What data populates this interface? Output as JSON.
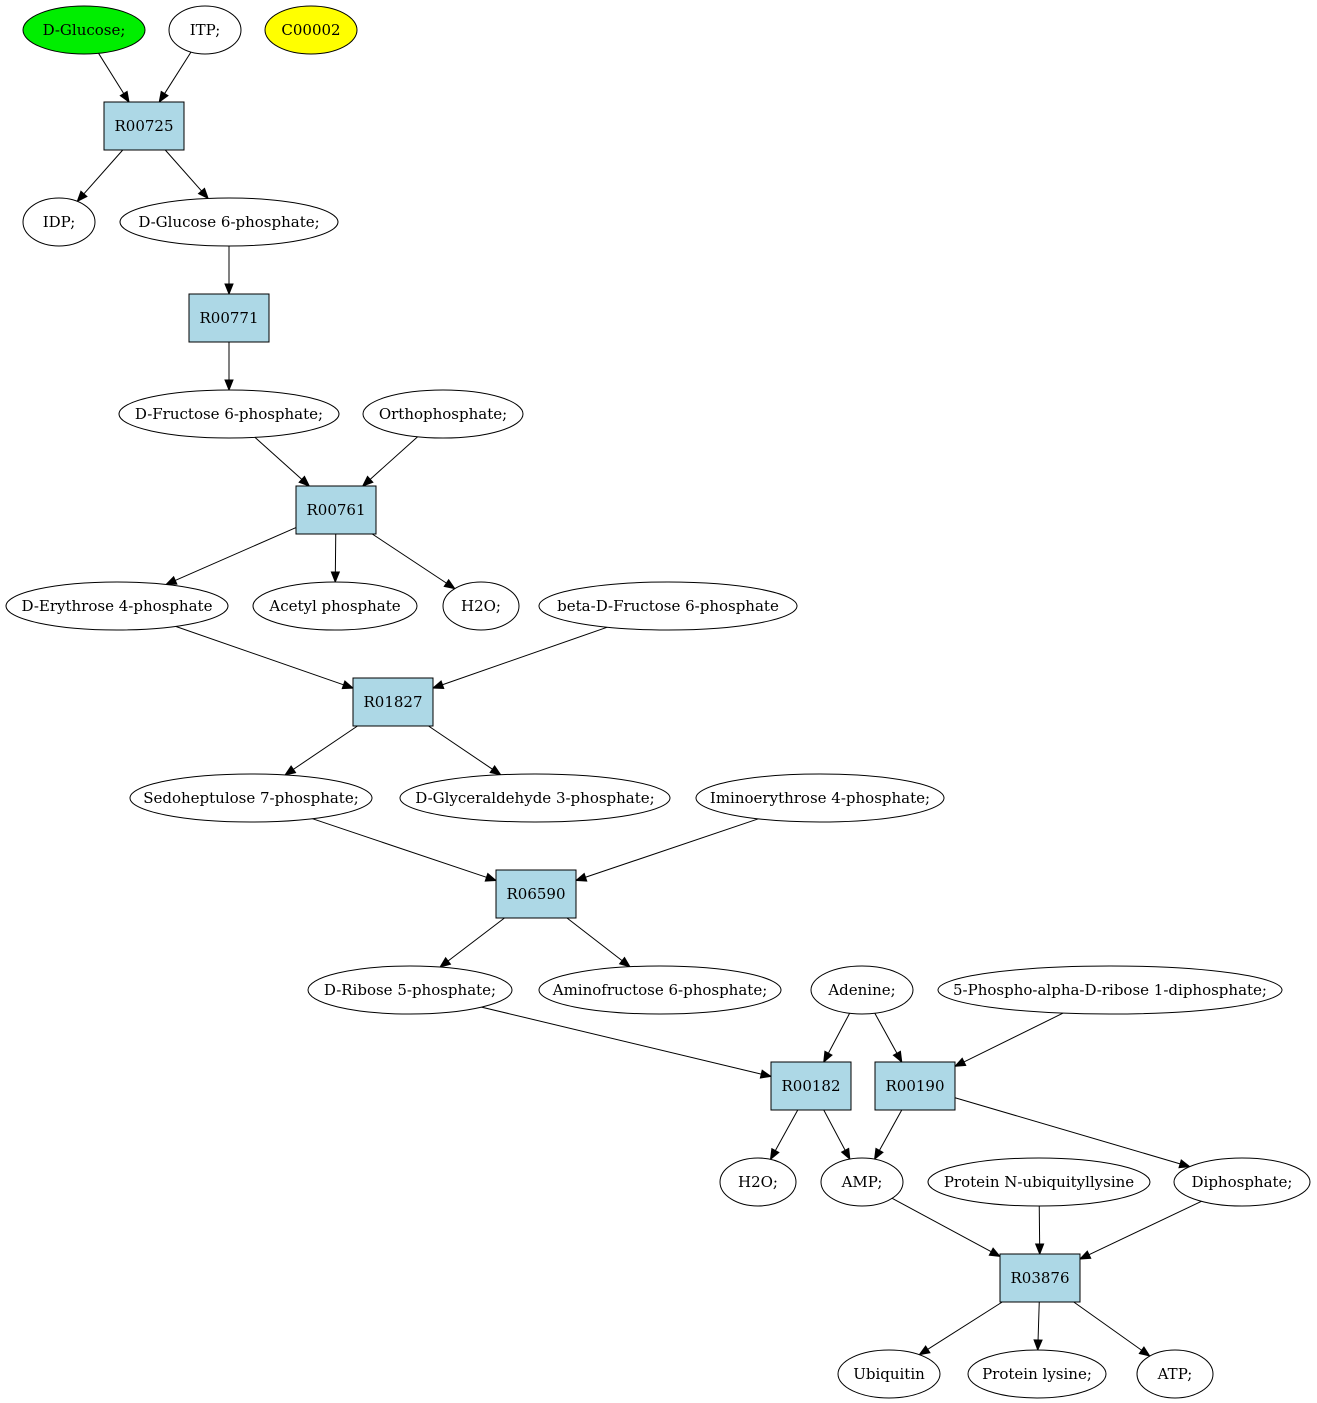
{
  "colors": {
    "reaction_fill": "#add8e6",
    "compound_fill": "#ffffff",
    "highlight_green": "#00ee00",
    "highlight_yellow": "#ffff00",
    "stroke": "#000000"
  },
  "nodes": {
    "glucose": {
      "label": "D-Glucose;",
      "kind": "compound",
      "fill": "green"
    },
    "itp": {
      "label": "ITP;",
      "kind": "compound"
    },
    "c00002": {
      "label": "C00002",
      "kind": "compound",
      "fill": "yellow"
    },
    "r00725": {
      "label": "R00725",
      "kind": "reaction"
    },
    "idp": {
      "label": "IDP;",
      "kind": "compound"
    },
    "g6p": {
      "label": "D-Glucose 6-phosphate;",
      "kind": "compound"
    },
    "r00771": {
      "label": "R00771",
      "kind": "reaction"
    },
    "f6p": {
      "label": "D-Fructose 6-phosphate;",
      "kind": "compound"
    },
    "orthophosphate": {
      "label": "Orthophosphate;",
      "kind": "compound"
    },
    "r00761": {
      "label": "R00761",
      "kind": "reaction"
    },
    "e4p": {
      "label": "D-Erythrose 4-phosphate",
      "kind": "compound"
    },
    "acetylp": {
      "label": "Acetyl phosphate",
      "kind": "compound"
    },
    "h2o_a": {
      "label": "H2O;",
      "kind": "compound"
    },
    "bf6p": {
      "label": "beta-D-Fructose 6-phosphate",
      "kind": "compound"
    },
    "r01827": {
      "label": "R01827",
      "kind": "reaction"
    },
    "s7p": {
      "label": "Sedoheptulose 7-phosphate;",
      "kind": "compound"
    },
    "g3p": {
      "label": "D-Glyceraldehyde 3-phosphate;",
      "kind": "compound"
    },
    "ie4p": {
      "label": "Iminoerythrose 4-phosphate;",
      "kind": "compound"
    },
    "r06590": {
      "label": "R06590",
      "kind": "reaction"
    },
    "r5p": {
      "label": "D-Ribose 5-phosphate;",
      "kind": "compound"
    },
    "af6p": {
      "label": "Aminofructose 6-phosphate;",
      "kind": "compound"
    },
    "adenine": {
      "label": "Adenine;",
      "kind": "compound"
    },
    "prpp": {
      "label": "5-Phospho-alpha-D-ribose 1-diphosphate;",
      "kind": "compound"
    },
    "r00182": {
      "label": "R00182",
      "kind": "reaction"
    },
    "r00190": {
      "label": "R00190",
      "kind": "reaction"
    },
    "h2o_b": {
      "label": "H2O;",
      "kind": "compound"
    },
    "amp": {
      "label": "AMP;",
      "kind": "compound"
    },
    "pnu": {
      "label": "Protein N-ubiquityllysine",
      "kind": "compound"
    },
    "diphosphate": {
      "label": "Diphosphate;",
      "kind": "compound"
    },
    "r03876": {
      "label": "R03876",
      "kind": "reaction"
    },
    "ubiquitin": {
      "label": "Ubiquitin",
      "kind": "compound"
    },
    "plysine": {
      "label": "Protein lysine;",
      "kind": "compound"
    },
    "atp": {
      "label": "ATP;",
      "kind": "compound"
    }
  },
  "edges": [
    [
      "glucose",
      "r00725"
    ],
    [
      "itp",
      "r00725"
    ],
    [
      "r00725",
      "idp"
    ],
    [
      "r00725",
      "g6p"
    ],
    [
      "g6p",
      "r00771"
    ],
    [
      "r00771",
      "f6p"
    ],
    [
      "f6p",
      "r00761"
    ],
    [
      "orthophosphate",
      "r00761"
    ],
    [
      "r00761",
      "e4p"
    ],
    [
      "r00761",
      "acetylp"
    ],
    [
      "r00761",
      "h2o_a"
    ],
    [
      "e4p",
      "r01827"
    ],
    [
      "bf6p",
      "r01827"
    ],
    [
      "r01827",
      "s7p"
    ],
    [
      "r01827",
      "g3p"
    ],
    [
      "s7p",
      "r06590"
    ],
    [
      "ie4p",
      "r06590"
    ],
    [
      "r06590",
      "r5p"
    ],
    [
      "r06590",
      "af6p"
    ],
    [
      "r5p",
      "r00182"
    ],
    [
      "adenine",
      "r00182"
    ],
    [
      "adenine",
      "r00190"
    ],
    [
      "prpp",
      "r00190"
    ],
    [
      "r00182",
      "h2o_b"
    ],
    [
      "r00182",
      "amp"
    ],
    [
      "r00190",
      "amp"
    ],
    [
      "r00190",
      "diphosphate"
    ],
    [
      "amp",
      "r03876"
    ],
    [
      "pnu",
      "r03876"
    ],
    [
      "diphosphate",
      "r03876"
    ],
    [
      "r03876",
      "ubiquitin"
    ],
    [
      "r03876",
      "plysine"
    ],
    [
      "r03876",
      "atp"
    ]
  ]
}
